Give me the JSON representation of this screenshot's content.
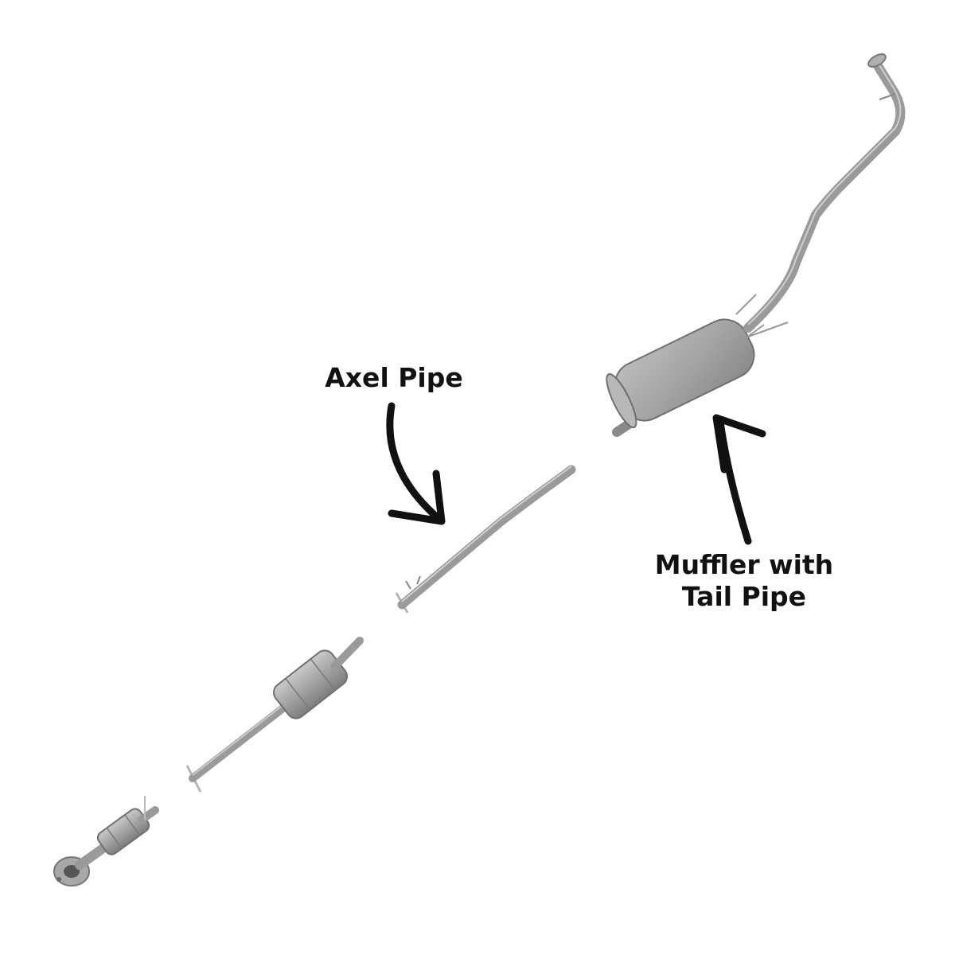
{
  "labels": {
    "axel_pipe": "Axel Pipe",
    "muffler_line1": "Muffler with",
    "muffler_line2": "Tail Pipe"
  },
  "components": [
    {
      "name": "front-flange-catalytic-converter",
      "icon": "catalytic-converter-icon"
    },
    {
      "name": "front-pipe-with-converter",
      "icon": "pipe-with-converter-icon"
    },
    {
      "name": "axel-pipe",
      "icon": "pipe-icon"
    },
    {
      "name": "muffler-with-tail-pipe",
      "icon": "muffler-icon"
    }
  ],
  "colors": {
    "pipe": "#9a9a9a",
    "pipe_dark": "#6f6f6f",
    "pipe_light": "#cfcfcf",
    "arrow": "#111111",
    "text": "#111111"
  }
}
